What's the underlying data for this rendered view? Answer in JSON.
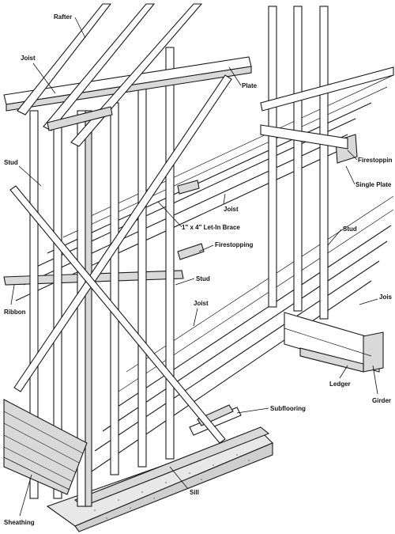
{
  "labels": {
    "rafter": "Rafter",
    "joist_top": "Joist",
    "plate": "Plate",
    "stud_left": "Stud",
    "firestopping_right": "Firestoppin",
    "single_plate": "Single Plate",
    "joist_mid": "Joist",
    "let_in_brace": "1\" x 4\" Let-In Brace",
    "stud_right": "Stud",
    "firestopping_mid": "Firestopping",
    "stud_mid": "Stud",
    "ribbon": "Ribbon",
    "joist_lower": "Joist",
    "joist_far_right": "Jois",
    "subflooring": "Subflooring",
    "ledger": "Ledger",
    "girder": "Girder",
    "sill": "Sill",
    "sheathing": "Sheathing"
  },
  "colors": {
    "ink": "#111111",
    "paper": "#ffffff",
    "concrete": "#e8e8e8",
    "shade": "#d9d9d9"
  }
}
